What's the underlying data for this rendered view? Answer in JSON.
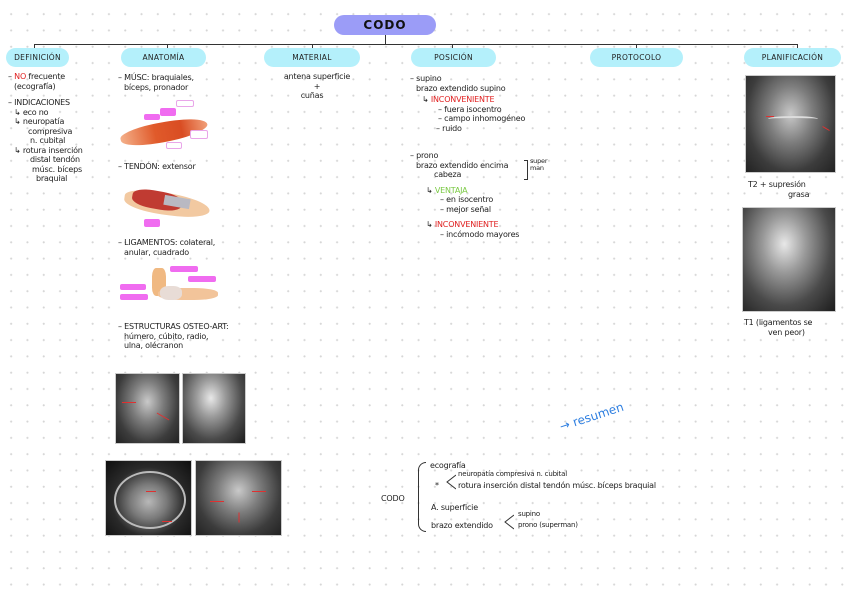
{
  "title": "CODO",
  "headers": {
    "definicion": "DEFINICIÓN",
    "anatomia": "ANATOMÍA",
    "material": "MATERIAL",
    "posicion": "POSICIÓN",
    "protocolo": "PROTOCOLO",
    "planificacion": "PLANIFICACIÓN"
  },
  "definicion": {
    "no_prefix": "NO",
    "line1": " frecuente",
    "line2": "(ecografía)",
    "indicaciones": "– INDICACIONES",
    "items": [
      "↳ eco no",
      "↳ neuropatía",
      "compresiva",
      "n. cubital",
      "↳ rotura inserción",
      "distal tendón",
      "músc. bíceps",
      "braquial"
    ]
  },
  "anatomia": {
    "musculos_1": "– MÚSC: braquiales,",
    "musculos_2": "bíceps, pronador",
    "tendon": "– TENDÓN: extensor",
    "ligamentos_1": "– LIGAMENTOS: colateral,",
    "ligamentos_2": "anular, cuadrado",
    "estructuras_1": "– ESTRUCTURAS OSTEO-ART:",
    "estructuras_2": "húmero, cúbito, radio,",
    "estructuras_3": "ulna, olécranon"
  },
  "material": {
    "line1": "antena superficie",
    "line2": "+",
    "line3": "cuñas"
  },
  "posicion": {
    "supino": "– supino",
    "supino_desc": "brazo extendido supino",
    "arrow": "↳ ",
    "inconveniente": "INCONVENIENTE",
    "supino_items": [
      "– fuera isocentro",
      "– campo inhomogéneo",
      "– ruido"
    ],
    "prono": "– prono",
    "prono_desc_1": "brazo extendido encima",
    "prono_desc_2": "cabeza",
    "superman": "super\nman",
    "ventaja": "VENTAJA",
    "ventaja_items": [
      "– en isocentro",
      "– mejor señal"
    ],
    "inconveniente2": "INCONVENIENTE",
    "prono_inc_items": [
      "– incómodo mayores"
    ]
  },
  "planificacion": {
    "caption1_a": "T2  +  supresión",
    "caption1_b": "grasa",
    "caption2_a": "T1 (ligamentos se",
    "caption2_b": "ven peor)"
  },
  "resumen": {
    "label": "→ resumen",
    "codo": "CODO",
    "ecografia": "ecografía",
    "star": "*",
    "eco_items": [
      "neuropatía compresiva n. cubital",
      "rotura inserción distal tendón músc. bíceps braquial"
    ],
    "antena": "A. superficie",
    "brazo": "brazo extendido",
    "brazo_items": [
      "supino",
      "prono (superman)"
    ]
  },
  "colors": {
    "title_pill": "#9b9cf7",
    "header_pill": "#b4f0fb",
    "highlight_red": "#e02020",
    "highlight_green": "#7ac943",
    "resumen_blue": "#2f7fe0"
  }
}
